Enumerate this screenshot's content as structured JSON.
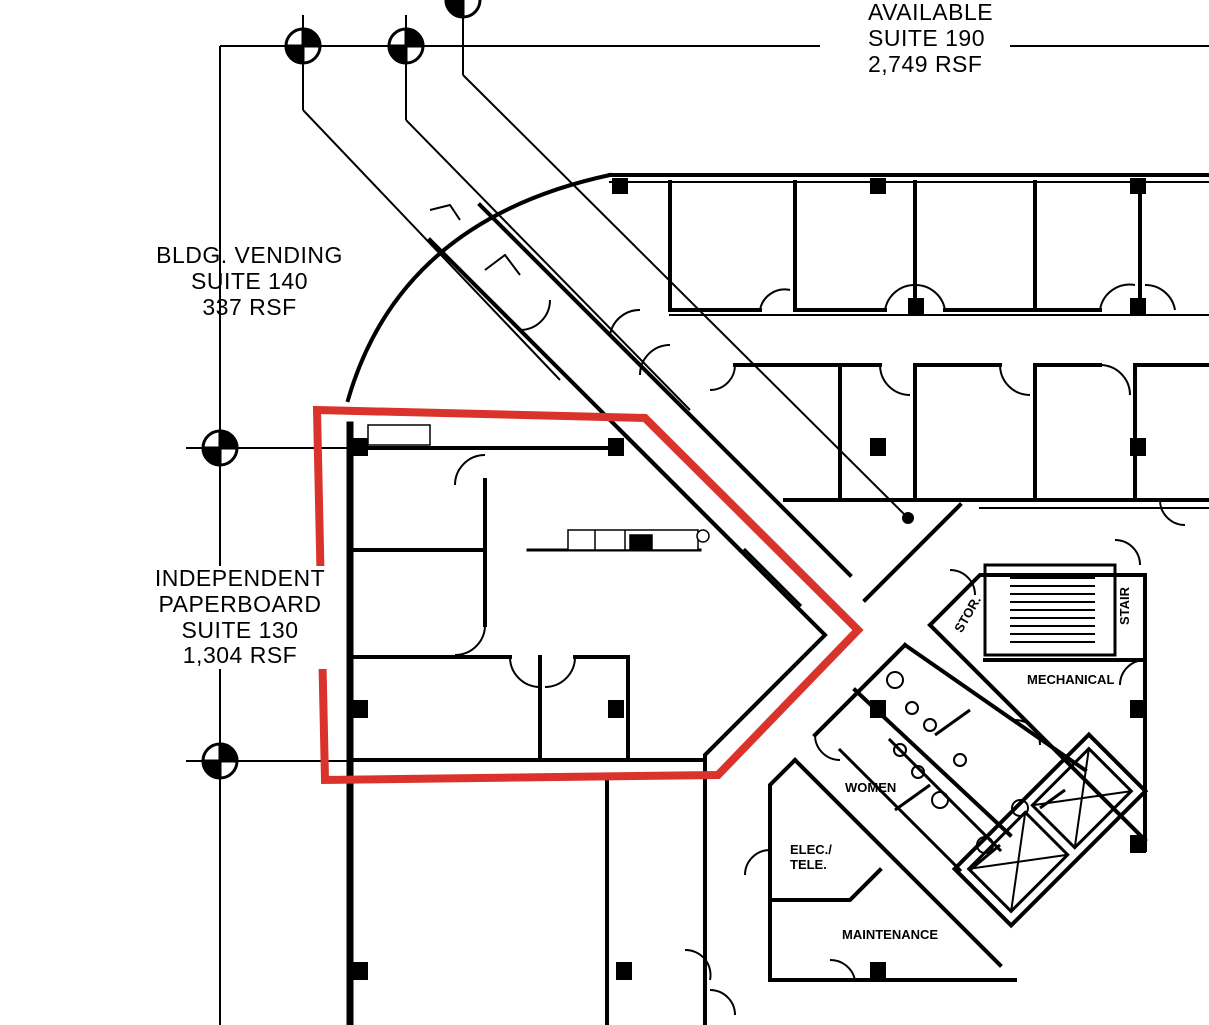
{
  "suite_190": {
    "line1": "AVAILABLE",
    "line2": "SUITE 190",
    "line3": "2,749 RSF"
  },
  "suite_140": {
    "line1": "BLDG. VENDING",
    "line2": "SUITE 140",
    "line3": "337 RSF"
  },
  "suite_130": {
    "line1": "INDEPENDENT",
    "line2": "PAPERBOARD",
    "line3": "SUITE 130",
    "line4": "1,304 RSF"
  },
  "rooms": {
    "stor": "STOR.",
    "stair": "STAIR",
    "mechanical": "MECHANICAL",
    "women": "WOMEN",
    "elec_line1": "ELEC./",
    "elec_line2": "TELE.",
    "maintenance": "MAINTENANCE"
  },
  "colors": {
    "highlight": "#d9332b",
    "walls": "#000000"
  }
}
